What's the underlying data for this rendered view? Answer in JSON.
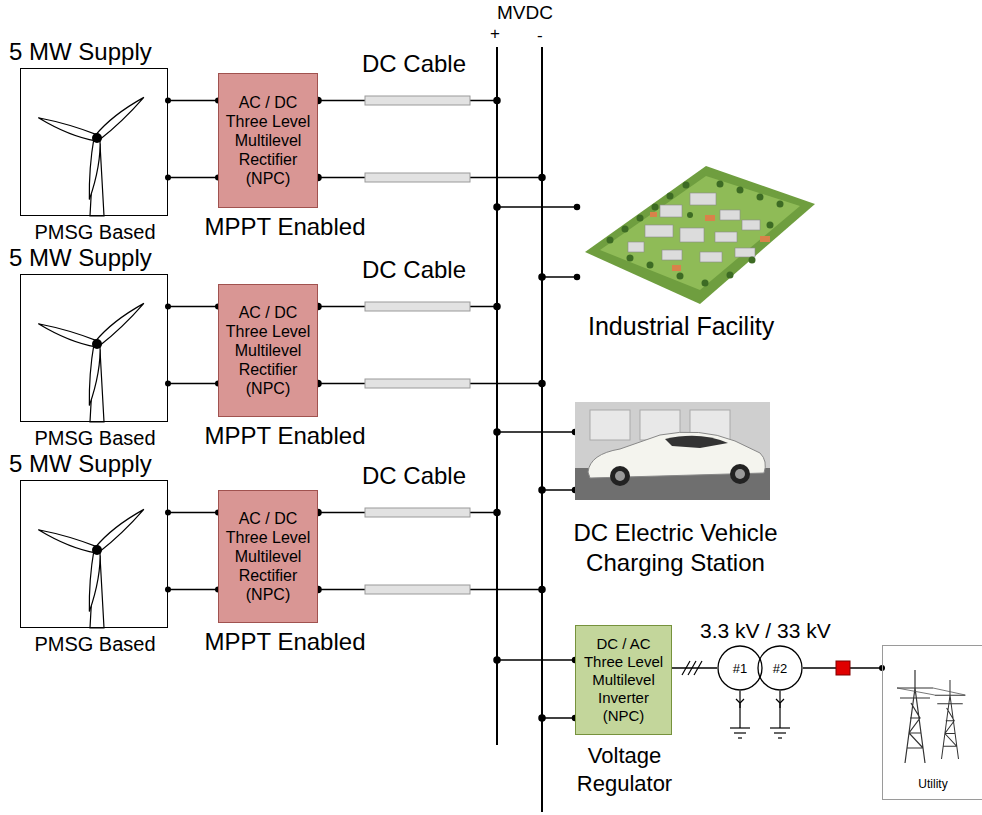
{
  "diagram": {
    "nodes": [
      {
        "text": [
          "5 MW Supply",
          "PMSG Based"
        ]
      },
      {
        "text": [
          "AC / DC Three Level Multilevel Rectifier (NPC)",
          "MPPT Enabled"
        ]
      },
      {
        "text": [
          "5 MW Supply",
          "PMSG Based"
        ]
      },
      {
        "text": [
          "AC / DC Three Level Multilevel Rectifier (NPC)",
          "MPPT Enabled"
        ]
      },
      {
        "text": [
          "5 MW Supply",
          "PMSG Based"
        ]
      },
      {
        "text": [
          "AC / DC Three Level Multilevel Rectifier (NPC)",
          "MPPT Enabled"
        ]
      },
      {
        "text": [
          "DC / AC Three Level Multilevel Inverter (NPC)",
          "Voltage Regulator"
        ]
      },
      {
        "text": [
          "#1"
        ]
      },
      {
        "text": [
          "#2"
        ]
      },
      {
        "text": [
          "Utility"
        ]
      }
    ],
    "edges": [
      {
        "from": 0,
        "to": 1,
        "arrow": "none"
      },
      {
        "from": 0,
        "to": 1,
        "arrow": "none"
      },
      {
        "from": 2,
        "to": 3,
        "arrow": "none"
      },
      {
        "from": 2,
        "to": 3,
        "arrow": "none"
      },
      {
        "from": 4,
        "to": 5,
        "arrow": "none"
      },
      {
        "from": 4,
        "to": 5,
        "arrow": "none"
      },
      {
        "from": 6,
        "to": 7,
        "arrow": "none"
      },
      {
        "from": 8,
        "to": 9,
        "arrow": "none"
      }
    ],
    "labels": [
      "MVDC",
      "+",
      "-",
      "DC Cable",
      "DC Cable",
      "DC Cable",
      "Industrial Facility",
      "DC Electric Vehicle Charging Station",
      "3.3 kV / 33 kV"
    ]
  }
}
